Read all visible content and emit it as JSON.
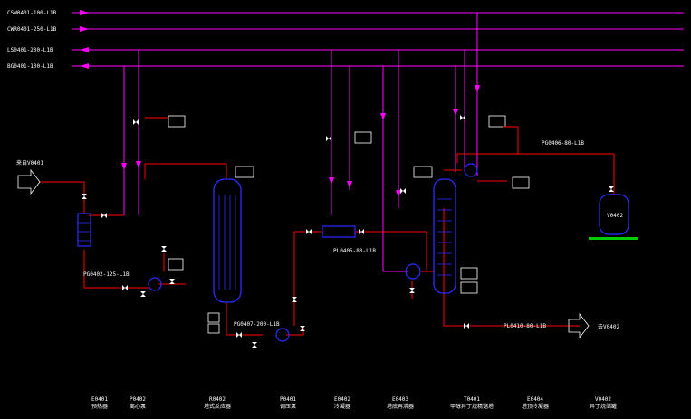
{
  "headers": [
    {
      "id": "h1",
      "text": "CSW0401-100-L1B"
    },
    {
      "id": "h2",
      "text": "CWR0401-250-L1B"
    },
    {
      "id": "h3",
      "text": "LS0401-200-L1B"
    },
    {
      "id": "h4",
      "text": "BG0401-100-L1B"
    }
  ],
  "streams": {
    "feed_in": "来自V0401",
    "product_out": "去V0402",
    "line_upper": "PG0406-80-L1B",
    "line_left": "PG0402-125-L1B",
    "line_mid_bottom": "PG0407-200-L1B",
    "line_mid": "PL0405-80-L1B",
    "line_bottom_right": "PL0410-80-L1B",
    "vessel_tag": "V0402"
  },
  "equipment": [
    {
      "tag": "E0401",
      "name": "预热器"
    },
    {
      "tag": "P0402",
      "name": "离心泵"
    },
    {
      "tag": "R0402",
      "name": "塔式反应器"
    },
    {
      "tag": "P0401",
      "name": "调压泵"
    },
    {
      "tag": "E0402",
      "name": "冷凝器"
    },
    {
      "tag": "E0403",
      "name": "塔底再沸器"
    },
    {
      "tag": "T0401",
      "name": "甲醇异丁烷精馏塔"
    },
    {
      "tag": "E0404",
      "name": "塔顶冷凝器"
    },
    {
      "tag": "V0402",
      "name": "异丁烷储罐"
    }
  ],
  "colors": {
    "utility": "#ff00ff",
    "process": "#ff0000",
    "equipment": "#2b2bff",
    "instrument": "#ffffff",
    "valve": "#ffffff",
    "ground": "#00cc00"
  }
}
